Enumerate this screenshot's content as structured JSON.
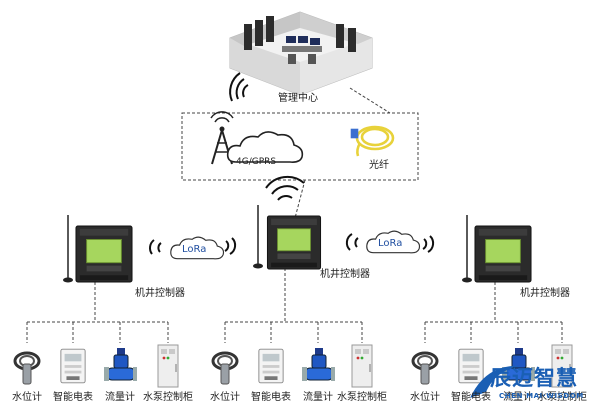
{
  "center": {
    "label": "管理中心"
  },
  "network": {
    "gprs_label": "4G/GPRS",
    "fiber_label": "光纤"
  },
  "lora_label": "LoRa",
  "controllers": [
    {
      "label": "机井控制器"
    },
    {
      "label": "机井控制器"
    },
    {
      "label": "机井控制器"
    }
  ],
  "devices": [
    "水位计",
    "智能电表",
    "流量计",
    "水泵控制柜"
  ],
  "brand": {
    "name_zh": "辰迈智慧",
    "name_en": "CHEN MAI·WISDOM"
  },
  "colors": {
    "line": "#444444",
    "lora_text": "#1f4ea0",
    "fiber": "#e8d23a",
    "panel": "#2a2a2a",
    "screen": "#9ed35a",
    "brand": "#1a5fb4"
  }
}
